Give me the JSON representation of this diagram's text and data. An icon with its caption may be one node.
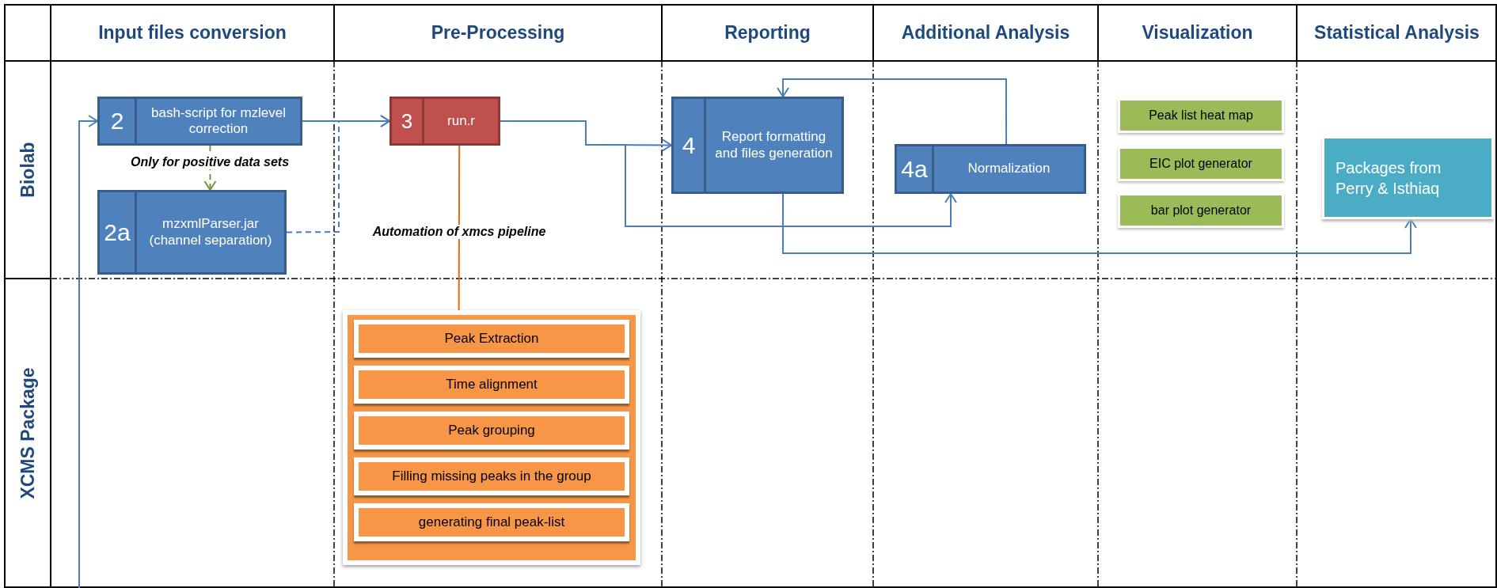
{
  "diagram": {
    "nodes": [
      {
        "text": [
          "2",
          "bash-script for mzlevel correction"
        ]
      },
      {
        "text": [
          "2a",
          "mzxmlParser.jar (channel separation)"
        ]
      },
      {
        "text": [
          "3",
          "run.r"
        ]
      },
      {
        "text": [
          "4",
          "Report formatting and files generation"
        ]
      },
      {
        "text": [
          "4a",
          "Normalization"
        ]
      },
      {
        "text": [
          "Peak list heat map"
        ]
      },
      {
        "text": [
          "EIC plot generator"
        ]
      },
      {
        "text": [
          "bar plot generator"
        ]
      },
      {
        "text": [
          "Packages from Perry & Isthiaq"
        ]
      },
      {
        "text": [],
        "shape": "box"
      },
      {
        "text": [
          "Peak Extraction"
        ],
        "in": 9
      },
      {
        "text": [
          "Time alignment"
        ],
        "in": 9
      },
      {
        "text": [
          "Peak grouping"
        ],
        "in": 9
      },
      {
        "text": [
          "Filling missing peaks in the group"
        ],
        "in": 9
      },
      {
        "text": [
          "generating final peak-list"
        ],
        "in": 9
      }
    ],
    "edges": [
      {
        "from": null,
        "to": 0,
        "arrow": "to"
      },
      {
        "from": 0,
        "to": 2,
        "arrow": "to"
      },
      {
        "from": 1,
        "to": 2,
        "arrow": "to",
        "style": "dashed"
      },
      {
        "from": 0,
        "to": 1,
        "arrow": "to",
        "style": "dashed",
        "color": "#77933c",
        "label": "Only for positive data sets"
      },
      {
        "from": 2,
        "to": 3,
        "arrow": "to"
      },
      {
        "from": 2,
        "to": 4,
        "arrow": "to"
      },
      {
        "from": 4,
        "to": 3,
        "arrow": "to"
      },
      {
        "from": 3,
        "to": 8,
        "arrow": "to"
      },
      {
        "from": 2,
        "to": 9,
        "arrow": "none",
        "color": "#e46c0a",
        "label": "Automation of xmcs pipeline"
      }
    ],
    "labels": [
      "Input files conversion",
      "Pre-Processing",
      "Reporting",
      "Additional Analysis",
      "Visualization",
      "Statistical Analysis",
      "Biolab",
      "XCMS Package"
    ]
  }
}
